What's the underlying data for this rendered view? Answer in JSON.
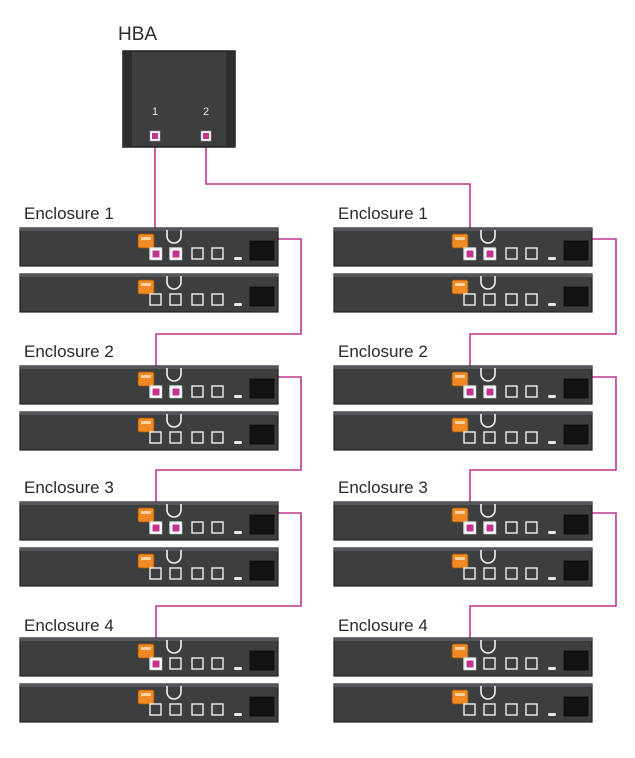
{
  "hba": {
    "title": "HBA",
    "port_labels": [
      "1",
      "2"
    ]
  },
  "chains": [
    {
      "hba_port": "1",
      "enclosures": [
        {
          "label": "Enclosure 1"
        },
        {
          "label": "Enclosure 2"
        },
        {
          "label": "Enclosure 3"
        },
        {
          "label": "Enclosure 4"
        }
      ]
    },
    {
      "hba_port": "2",
      "enclosures": [
        {
          "label": "Enclosure 1"
        },
        {
          "label": "Enclosure 2"
        },
        {
          "label": "Enclosure 3"
        },
        {
          "label": "Enclosure 4"
        }
      ]
    }
  ],
  "colors": {
    "cable": "#c0368c",
    "port_fill": "#c0368c",
    "chassis": "#3d3e40",
    "chassis_edge": "#1f2021",
    "latch": "#f08a24",
    "background": "#ffffff",
    "text": "#2a2a2a"
  }
}
